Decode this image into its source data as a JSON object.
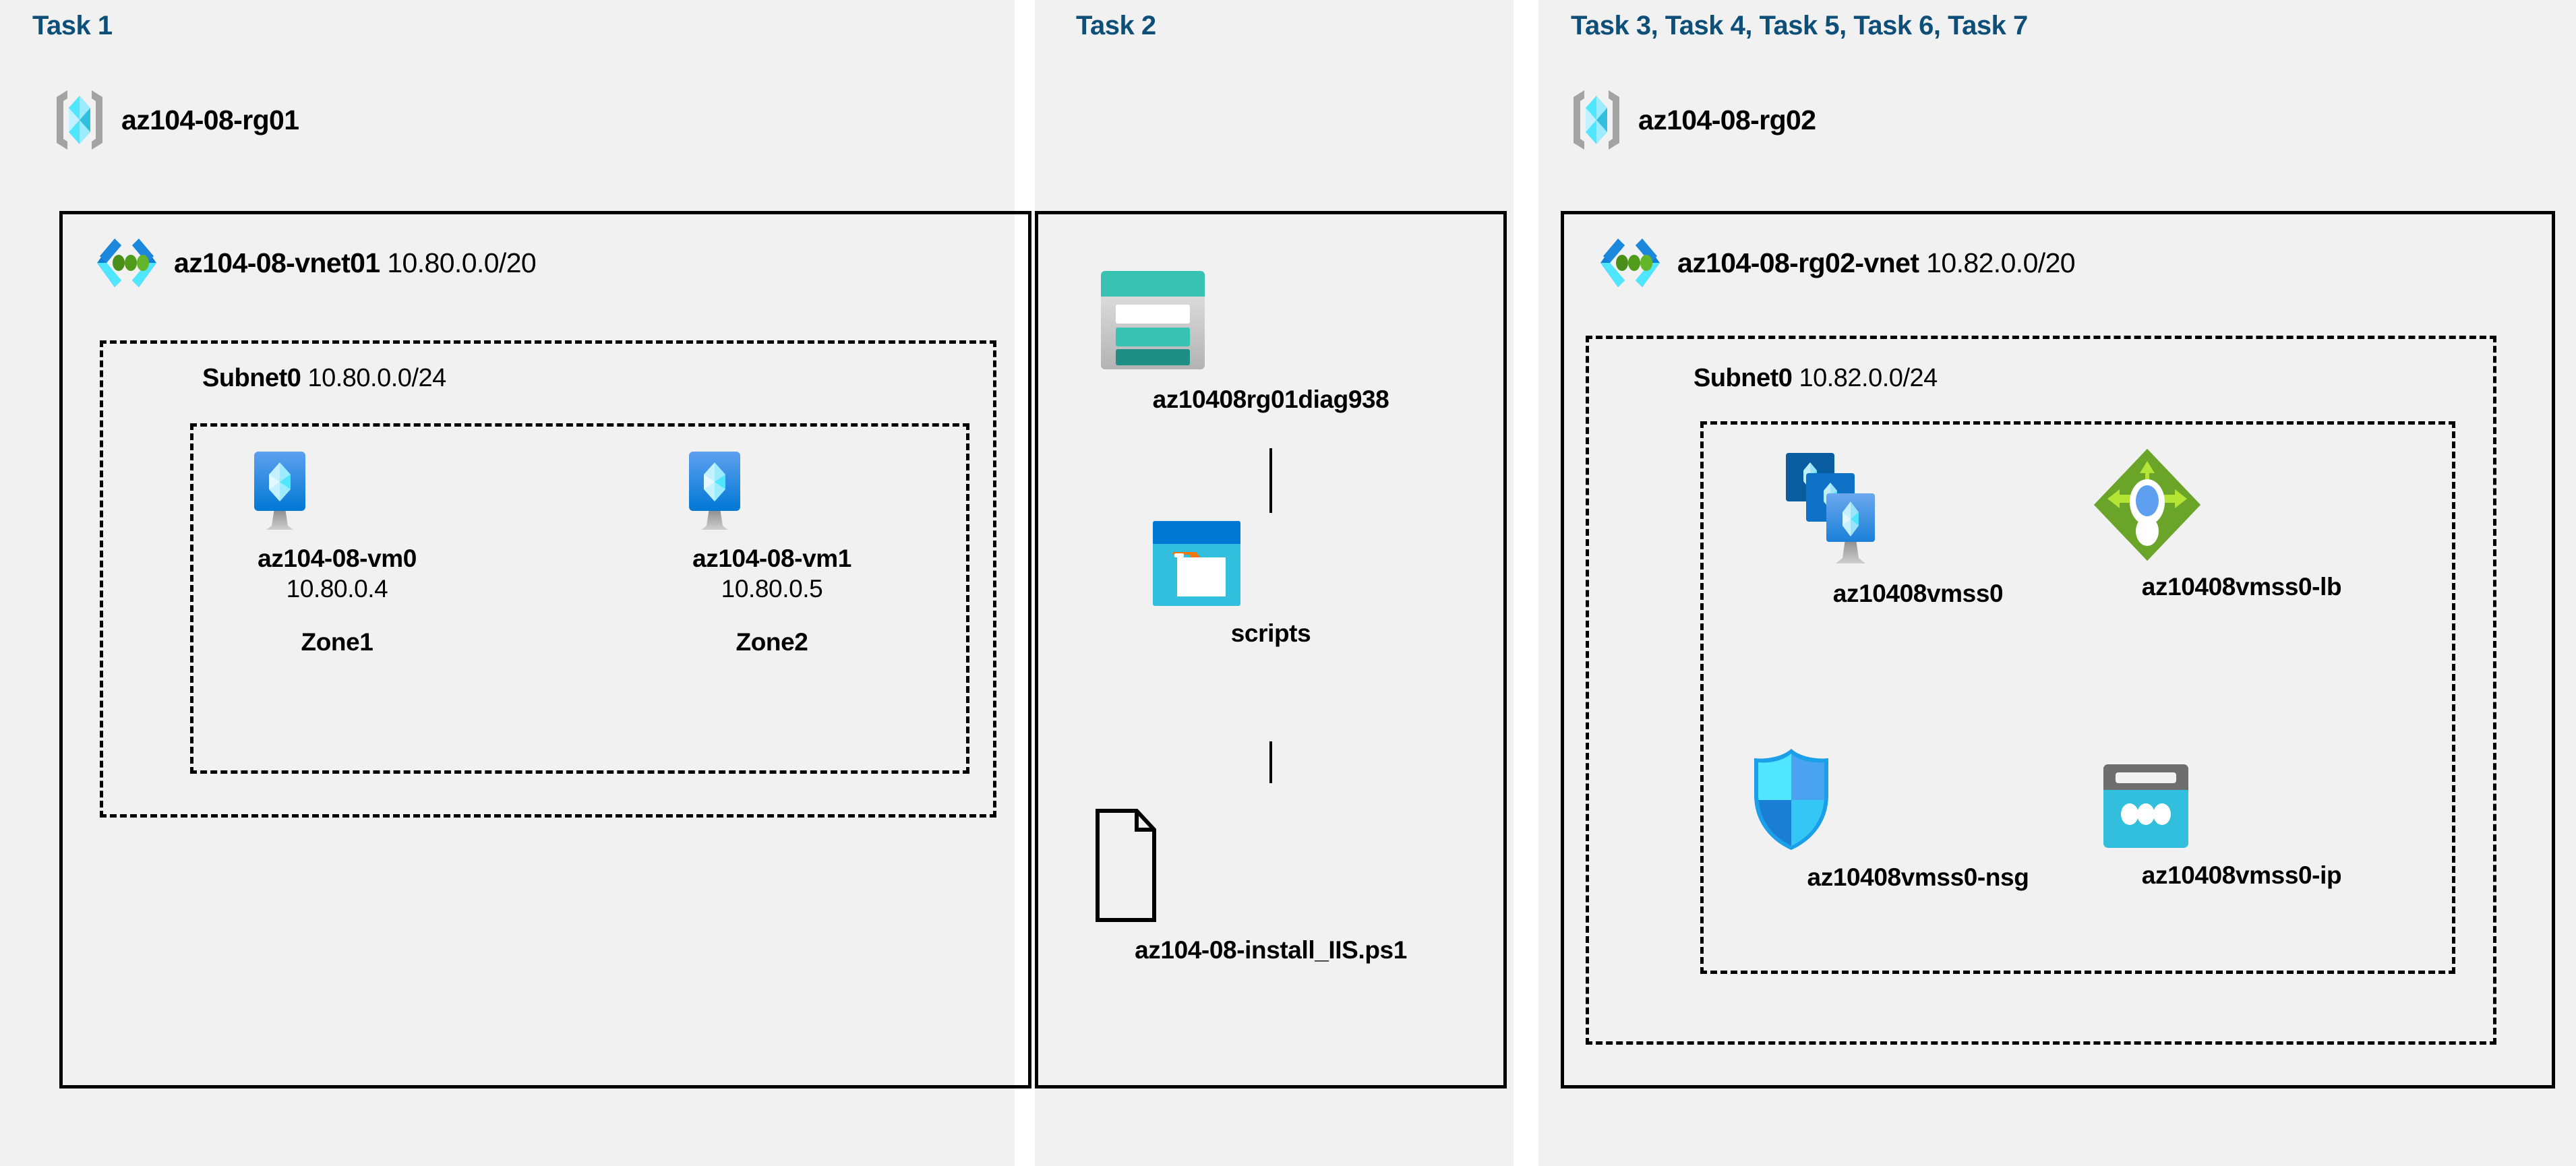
{
  "columns": [
    {
      "id": "task1",
      "label": "Task 1"
    },
    {
      "id": "task2",
      "label": "Task 2"
    },
    {
      "id": "task3_7",
      "label": "Task 3, Task 4, Task 5, Task 6, Task 7"
    }
  ],
  "colors": {
    "task_label": "#0d4f79",
    "panel_background": "#f1f1f1",
    "page_background": "#ffffff",
    "border": "#000000",
    "azure_blue": "#0078d4",
    "azure_cyan": "#50e6ff",
    "vnet_green": "#6bb700",
    "storage_teal": "#32bedd",
    "lb_green": "#7fba00",
    "nsg_blue": "#0078d4"
  },
  "resource_group_1": {
    "icon": "resource-group-icon",
    "name": "az104-08-rg01",
    "vnet": {
      "icon": "virtual-network-icon",
      "name": "az104-08-vnet01",
      "cidr": "10.80.0.0/20",
      "subnet": {
        "name": "Subnet0",
        "cidr": "10.80.0.0/24",
        "vms": [
          {
            "icon": "virtual-machine-icon",
            "name": "az104-08-vm0",
            "ip": "10.80.0.4",
            "zone": "Zone1"
          },
          {
            "icon": "virtual-machine-icon",
            "name": "az104-08-vm1",
            "ip": "10.80.0.5",
            "zone": "Zone2"
          }
        ]
      }
    }
  },
  "storage": {
    "account": {
      "icon": "storage-account-icon",
      "name": "az10408rg01diag938"
    },
    "container": {
      "icon": "blob-container-icon",
      "name": "scripts"
    },
    "file": {
      "icon": "file-icon",
      "name": "az104-08-install_IIS.ps1"
    }
  },
  "resource_group_2": {
    "icon": "resource-group-icon",
    "name": "az104-08-rg02",
    "vnet": {
      "icon": "virtual-network-icon",
      "name": "az104-08-rg02-vnet",
      "cidr": "10.82.0.0/20",
      "subnet": {
        "name": "Subnet0",
        "cidr": "10.82.0.0/24",
        "resources": [
          {
            "icon": "vm-scale-set-icon",
            "name": "az10408vmss0"
          },
          {
            "icon": "load-balancer-icon",
            "name": "az10408vmss0-lb"
          },
          {
            "icon": "network-security-group-icon",
            "name": "az10408vmss0-nsg"
          },
          {
            "icon": "public-ip-address-icon",
            "name": "az10408vmss0-ip"
          }
        ]
      }
    }
  }
}
